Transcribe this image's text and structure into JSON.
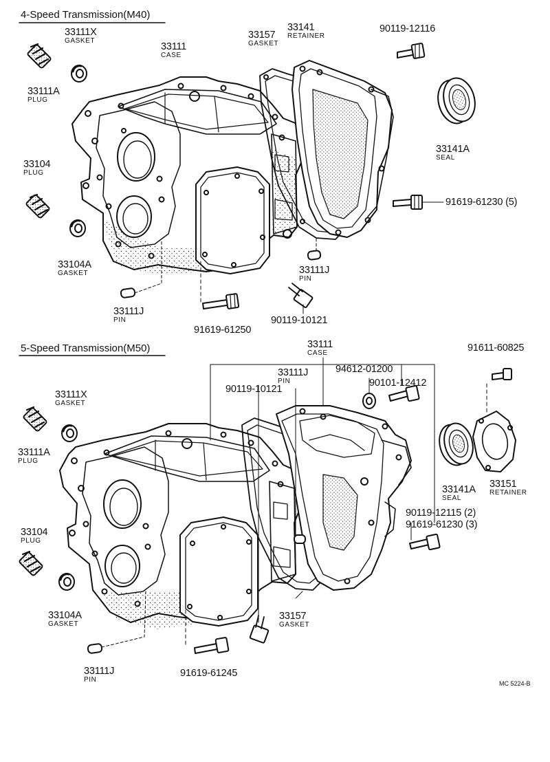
{
  "sections": [
    {
      "title": "4-Speed Transmission(M40)",
      "parts": [
        {
          "id": "m40-33111x",
          "number": "33111X",
          "name": "GASKET"
        },
        {
          "id": "m40-33111",
          "number": "33111",
          "name": "CASE"
        },
        {
          "id": "m40-33157",
          "number": "33157",
          "name": "GASKET"
        },
        {
          "id": "m40-33141",
          "number": "33141",
          "name": "RETAINER"
        },
        {
          "id": "m40-90119-12116",
          "number": "90119-12116",
          "name": ""
        },
        {
          "id": "m40-33111a",
          "number": "33111A",
          "name": "PLUG"
        },
        {
          "id": "m40-33141a",
          "number": "33141A",
          "name": "SEAL"
        },
        {
          "id": "m40-33104",
          "number": "33104",
          "name": "PLUG"
        },
        {
          "id": "m40-91619-61230",
          "number": "91619-61230 (5)",
          "name": ""
        },
        {
          "id": "m40-33104a",
          "number": "33104A",
          "name": "GASKET"
        },
        {
          "id": "m40-33111j-right",
          "number": "33111J",
          "name": "PIN"
        },
        {
          "id": "m40-33111j-left",
          "number": "33111J",
          "name": "PIN"
        },
        {
          "id": "m40-91619-61250",
          "number": "91619-61250",
          "name": ""
        },
        {
          "id": "m40-90119-10121",
          "number": "90119-10121",
          "name": ""
        }
      ]
    },
    {
      "title": "5-Speed Transmission(M50)",
      "parts": [
        {
          "id": "m50-33111",
          "number": "33111",
          "name": "CASE"
        },
        {
          "id": "m50-91611-60825",
          "number": "91611-60825",
          "name": ""
        },
        {
          "id": "m50-33111j-top",
          "number": "33111J",
          "name": "PIN"
        },
        {
          "id": "m50-94612-01200",
          "number": "94612-01200",
          "name": ""
        },
        {
          "id": "m50-90119-10121",
          "number": "90119-10121",
          "name": ""
        },
        {
          "id": "m50-90101-12412",
          "number": "90101-12412",
          "name": ""
        },
        {
          "id": "m50-33111x",
          "number": "33111X",
          "name": "GASKET"
        },
        {
          "id": "m50-33111a",
          "number": "33111A",
          "name": "PLUG"
        },
        {
          "id": "m50-33141a",
          "number": "33141A",
          "name": "SEAL"
        },
        {
          "id": "m50-33151",
          "number": "33151",
          "name": "RETAINER"
        },
        {
          "id": "m50-90119-12115",
          "number": "90119-12115 (2)",
          "name": ""
        },
        {
          "id": "m50-91619-61230",
          "number": "91619-61230 (3)",
          "name": ""
        },
        {
          "id": "m50-33104",
          "number": "33104",
          "name": "PLUG"
        },
        {
          "id": "m50-33104a",
          "number": "33104A",
          "name": "GASKET"
        },
        {
          "id": "m50-33157",
          "number": "33157",
          "name": "GASKET"
        },
        {
          "id": "m50-33111j-bottom",
          "number": "33111J",
          "name": "PIN"
        },
        {
          "id": "m50-91619-61245",
          "number": "91619-61245",
          "name": ""
        }
      ]
    }
  ],
  "figure_ref": "MC 5224-B"
}
